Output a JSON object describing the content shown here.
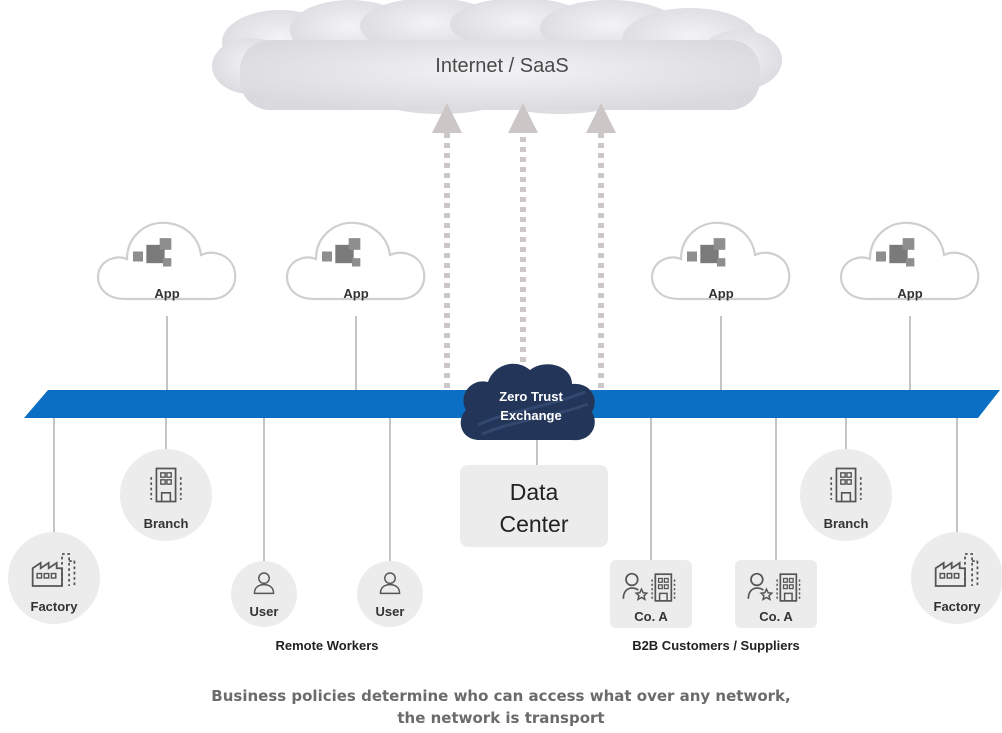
{
  "cloud_title": "Internet / SaaS",
  "app_label": "App",
  "zte": {
    "line1": "Zero Trust",
    "line2": "Exchange"
  },
  "data_center": {
    "line1": "Data",
    "line2": "Center"
  },
  "nodes": {
    "factory_left": "Factory",
    "branch_left": "Branch",
    "user_1": "User",
    "user_2": "User",
    "company_1": "Co. A",
    "company_2": "Co. A",
    "branch_right": "Branch",
    "factory_right": "Factory"
  },
  "groups": {
    "remote_workers": "Remote Workers",
    "b2b": "B2B Customers / Suppliers"
  },
  "caption": {
    "line1": "Business policies determine who can access what over any network,",
    "line2": "the network is transport"
  },
  "colors": {
    "network_bar": "#0b6fc3",
    "zte_cloud": "#23365a",
    "node_fill": "#ececec",
    "connector": "#c4c4c4",
    "arrow": "#cdc6c6"
  }
}
